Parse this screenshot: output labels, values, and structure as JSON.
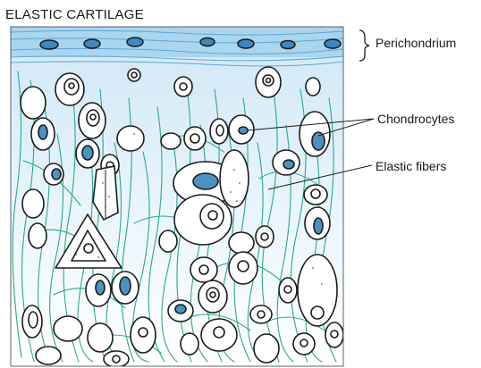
{
  "title": "ELASTIC CARTILAGE",
  "labels": {
    "perichondrium": "Perichondrium",
    "chondrocytes": "Chondrocytes",
    "elastic_fibers": "Elastic fibers"
  },
  "colors": {
    "tissue_top": "#cfe7f6",
    "tissue_bottom": "#ffffff",
    "perichondrium_band": "#9fcfec",
    "elastic_fiber": "#2aa989",
    "nucleus": "#4a92c2",
    "outline": "#1b1b1b"
  }
}
